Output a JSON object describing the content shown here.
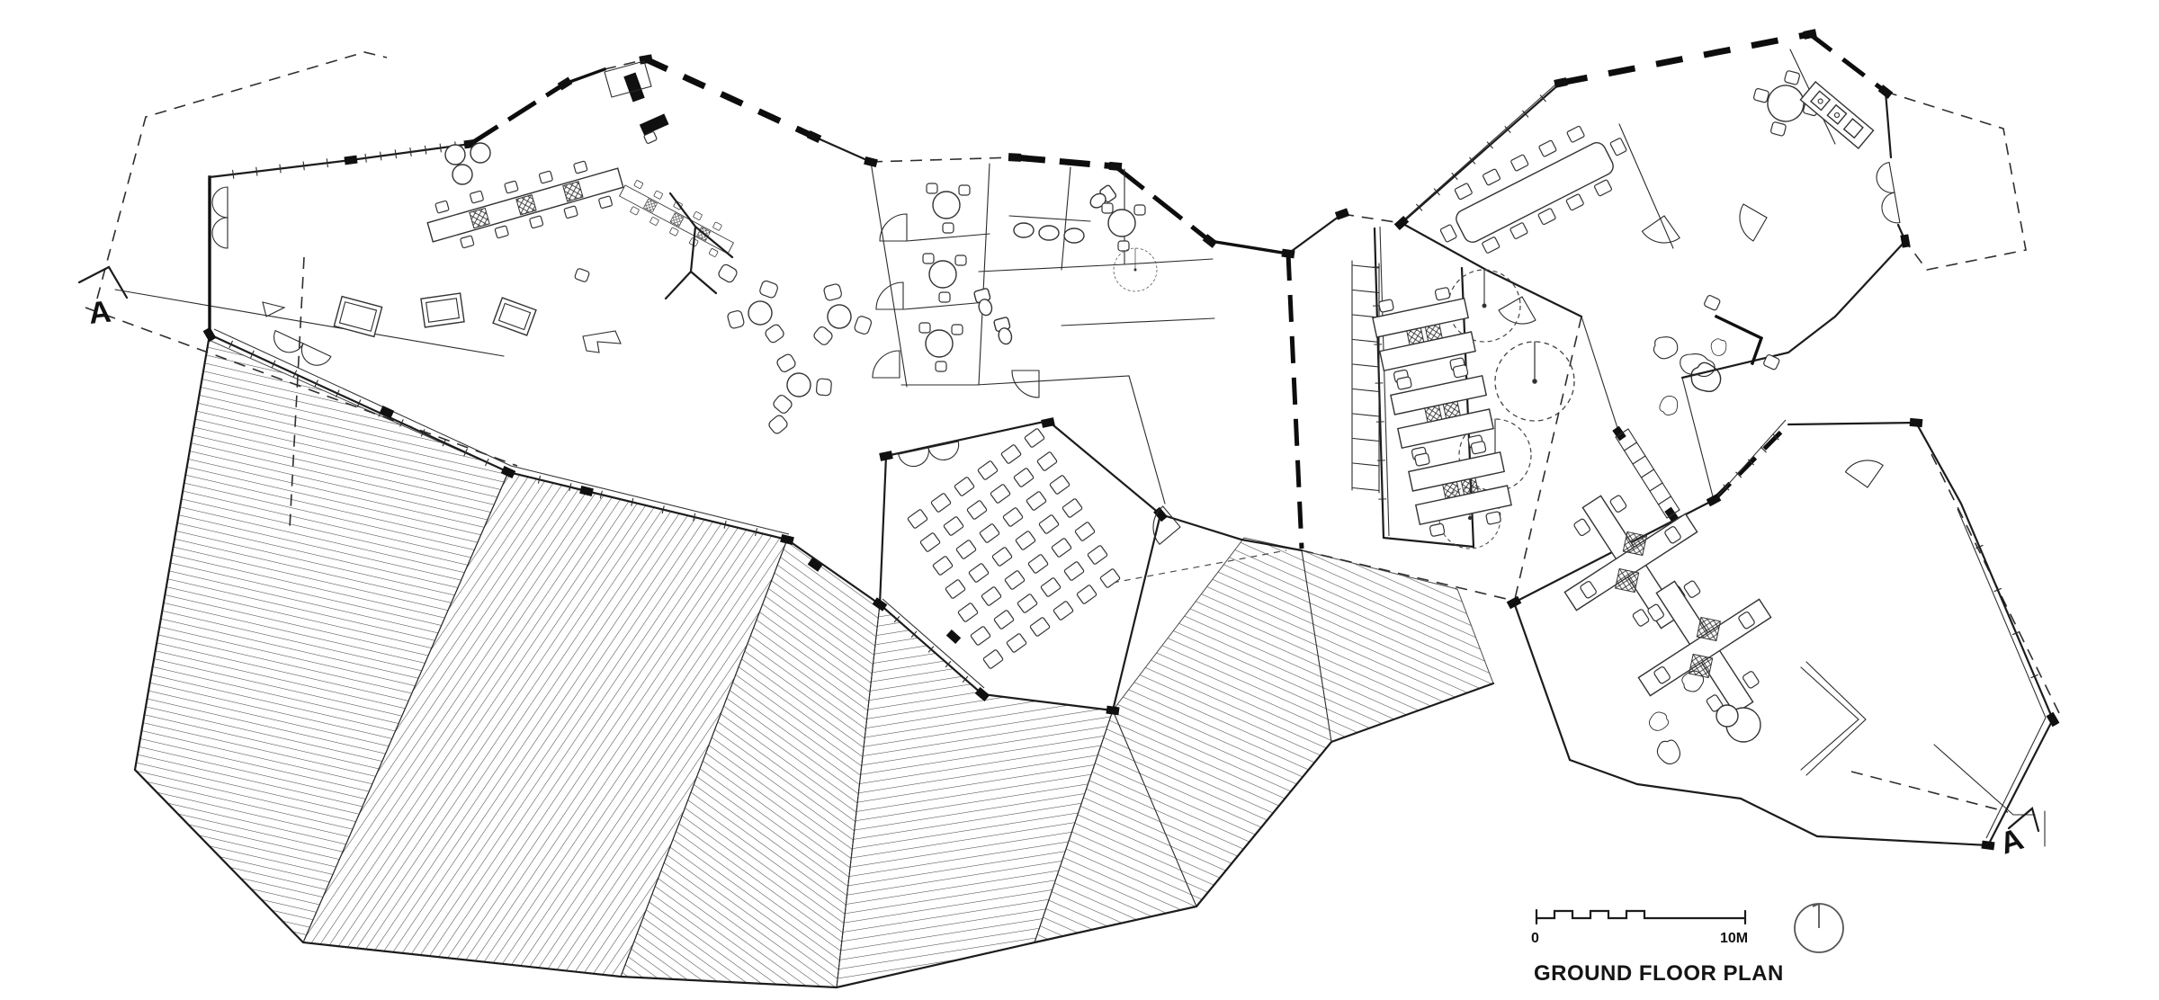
{
  "drawing": {
    "title": "GROUND FLOOR PLAN",
    "scale_bar": {
      "start_label": "0",
      "end_label": "10M"
    },
    "section_markers": {
      "start_label": "A",
      "end_label": "A"
    },
    "colors": {
      "ink": "#1c1c1c",
      "paper": "#ffffff",
      "hatch": "#4a4a4a"
    }
  }
}
